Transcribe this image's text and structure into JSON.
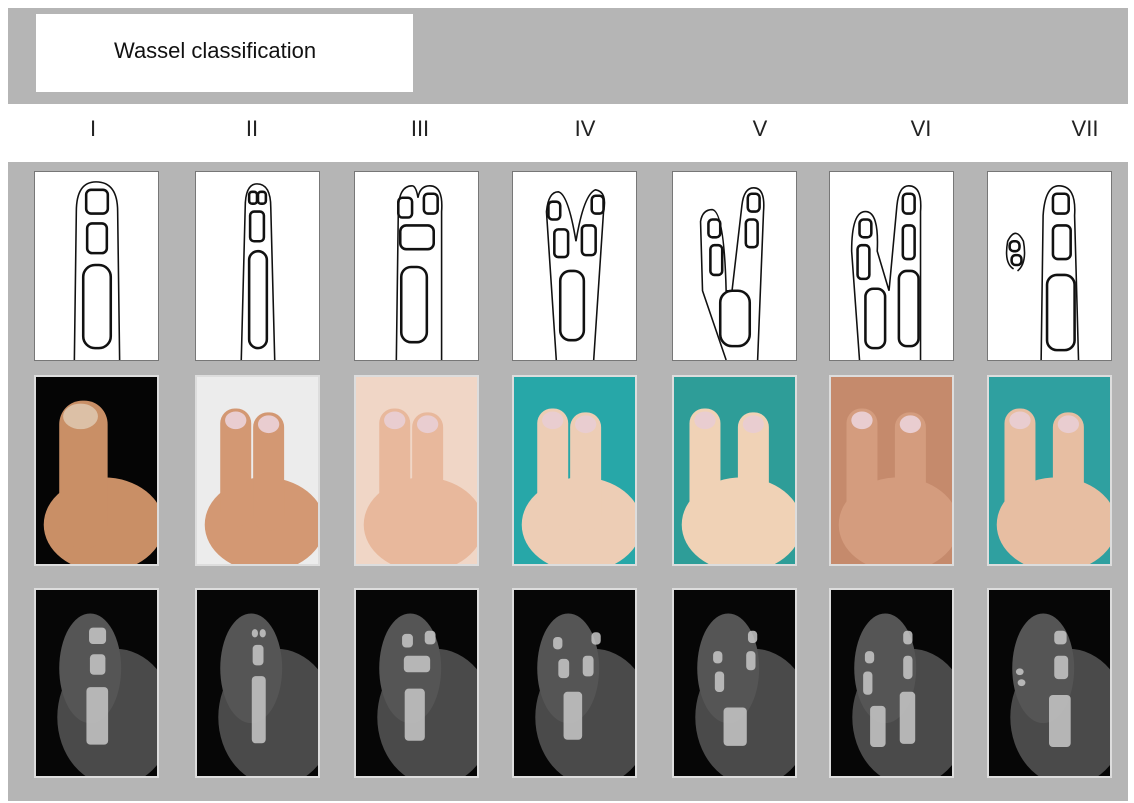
{
  "title": "Wassel classification",
  "columns": [
    {
      "label": "I",
      "photo_bg": "#050505",
      "skin": "#c98f66"
    },
    {
      "label": "II",
      "photo_bg": "#ececec",
      "skin": "#d39873"
    },
    {
      "label": "III",
      "photo_bg": "#f0d6c6",
      "skin": "#e8b89c"
    },
    {
      "label": "IV",
      "photo_bg": "#27a7a8",
      "skin": "#edcdb5"
    },
    {
      "label": "V",
      "photo_bg": "#2e9d98",
      "skin": "#f0d2b6"
    },
    {
      "label": "VI",
      "photo_bg": "#c58a6c",
      "skin": "#d49c7e"
    },
    {
      "label": "VII",
      "photo_bg": "#2fa0a0",
      "skin": "#e7bea2"
    }
  ]
}
